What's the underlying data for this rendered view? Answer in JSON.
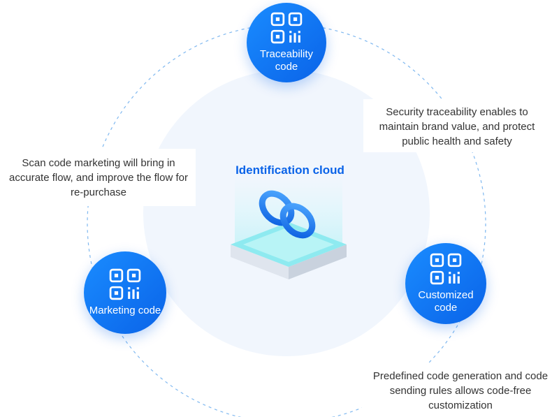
{
  "center": {
    "title": "Identification cloud"
  },
  "nodes": [
    {
      "id": "traceability",
      "label": "Traceability code",
      "icon": "qr-code-icon"
    },
    {
      "id": "marketing",
      "label": "Marketing code",
      "icon": "qr-code-icon"
    },
    {
      "id": "customized",
      "label": "Customized code",
      "icon": "qr-code-icon"
    }
  ],
  "captions": {
    "traceability": "Security traceability enables to maintain brand value, and protect public health and safety",
    "marketing": "Scan code marketing will bring in accurate flow, and improve the flow for re-purchase",
    "customized": "Predefined code generation and code sending rules allows code-free customization"
  },
  "colors": {
    "accent": "#0a63e8",
    "accent_light": "#1a8cff",
    "orbit": "#7fb8f0",
    "halo": "#f1f6fd",
    "text": "#333333"
  }
}
